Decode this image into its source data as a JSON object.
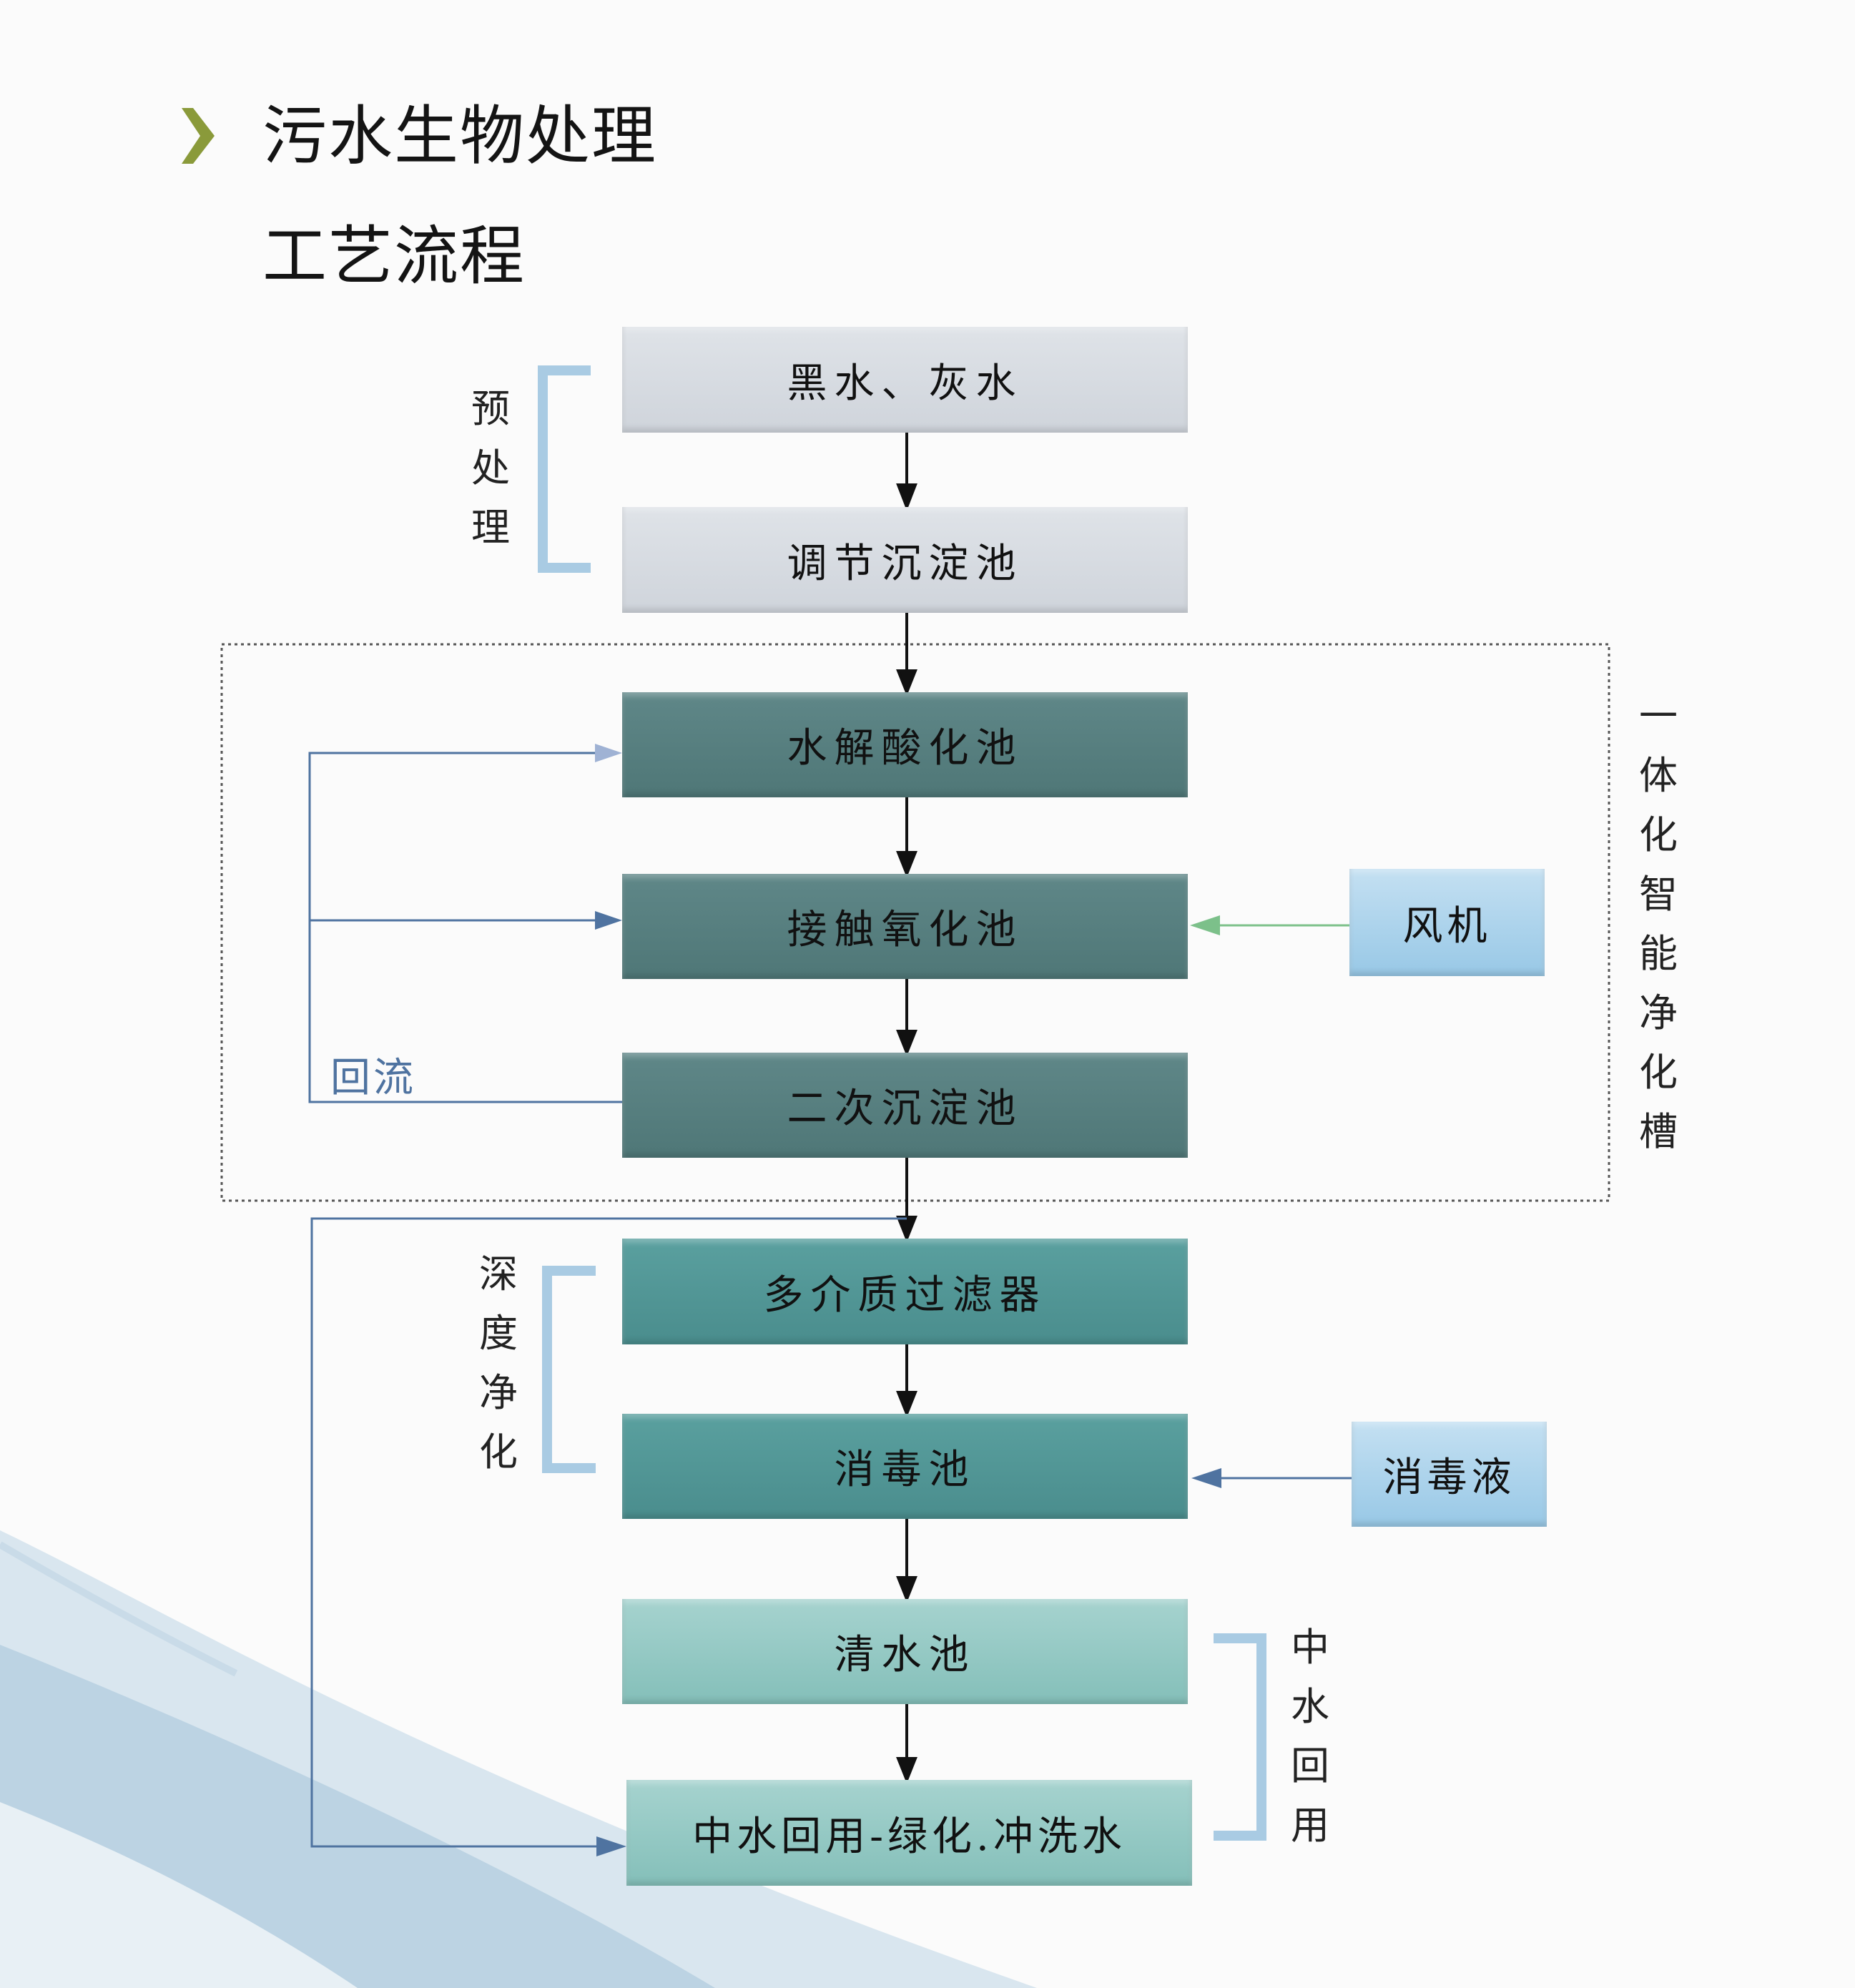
{
  "header": {
    "title": "污水生物处理",
    "subtitle": "工艺流程"
  },
  "process": [
    {
      "label": "黑水、灰水",
      "stage": "pretreatment"
    },
    {
      "label": "调节沉淀池",
      "stage": "pretreatment"
    },
    {
      "label": "水解酸化池",
      "stage": "integrated"
    },
    {
      "label": "接触氧化池",
      "stage": "integrated"
    },
    {
      "label": "二次沉淀池",
      "stage": "integrated"
    },
    {
      "label": "多介质过滤器",
      "stage": "advanced"
    },
    {
      "label": "消毒池",
      "stage": "advanced"
    },
    {
      "label": "清水池",
      "stage": "reuse"
    },
    {
      "label": "中水回用-绿化.冲洗水",
      "stage": "reuse"
    }
  ],
  "inputs": {
    "blower": "风机",
    "disinfectant": "消毒液"
  },
  "labels": {
    "return_flow": "回流",
    "pretreatment": [
      "预",
      "处",
      "理"
    ],
    "advanced": [
      "深",
      "度",
      "净",
      "化"
    ],
    "reuse": [
      "中",
      "水",
      "回",
      "用"
    ],
    "integrated": [
      "一",
      "体",
      "化",
      "智",
      "能",
      "净",
      "化",
      "槽"
    ]
  },
  "colors": {
    "accent_chevron": "#8a9a3a",
    "bracket": "#a9cbe3",
    "flow_arrow": "#111111",
    "return_line": "#4f73a0",
    "blower_arrow": "#7cc08a"
  }
}
